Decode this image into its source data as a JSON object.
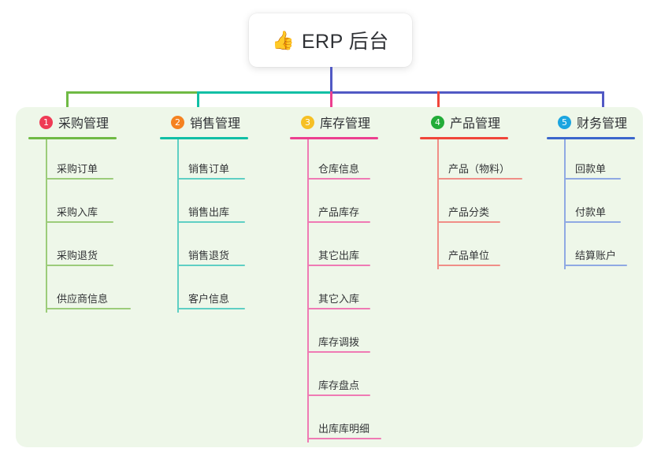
{
  "root": {
    "icon": "thumbs-up-icon",
    "emoji": "👍",
    "title": "ERP 后台"
  },
  "palette": {
    "panel_bg": "#eef7e9",
    "canvas_bg": "#ffffff",
    "trunk": "#5159c4",
    "text": "#2f3135"
  },
  "columns": [
    {
      "number": "1",
      "title": "采购管理",
      "badge_color": "#ef3b55",
      "line_color": "#6fba44",
      "item_line_color": "#9ccc7a",
      "rule_widths": [
        86,
        86,
        86,
        108
      ],
      "items": [
        "采购订单",
        "采购入库",
        "采购退货",
        "供应商信息"
      ]
    },
    {
      "number": "2",
      "title": "销售管理",
      "badge_color": "#f58220",
      "line_color": "#10bfa5",
      "item_line_color": "#5fcfc4",
      "rule_widths": [
        86,
        86,
        86,
        86
      ],
      "items": [
        "销售订单",
        "销售出库",
        "销售退货",
        "客户信息"
      ]
    },
    {
      "number": "3",
      "title": "库存管理",
      "badge_color": "#f6c024",
      "line_color": "#ec3f8f",
      "item_line_color": "#ef7ab4",
      "rule_widths": [
        80,
        80,
        80,
        80,
        80,
        80,
        94
      ],
      "items": [
        "仓库信息",
        "产品库存",
        "其它出库",
        "其它入库",
        "库存调拨",
        "库存盘点",
        "出库库明细"
      ]
    },
    {
      "number": "4",
      "title": "产品管理",
      "badge_color": "#22ac38",
      "line_color": "#f0453a",
      "item_line_color": "#f08e87",
      "rule_widths": [
        108,
        80,
        80
      ],
      "items": [
        "产品（物料）",
        "产品分类",
        "产品单位"
      ]
    },
    {
      "number": "5",
      "title": "财务管理",
      "badge_color": "#1ba5e0",
      "line_color": "#3b66cc",
      "item_line_color": "#8fa9e3",
      "rule_widths": [
        72,
        72,
        80
      ],
      "items": [
        "回款单",
        "付款单",
        "结算账户"
      ]
    }
  ],
  "connectors": {
    "trunk_color": "#5159c4",
    "bar_segments": [
      {
        "label": "green-segment",
        "color": "#6fba44"
      },
      {
        "label": "teal-segment",
        "color": "#10bfa5"
      },
      {
        "label": "blue-segment",
        "color": "#5159c4"
      }
    ],
    "drops": [
      {
        "label": "drop-1",
        "color": "#6fba44"
      },
      {
        "label": "drop-2",
        "color": "#10bfa5"
      },
      {
        "label": "drop-3",
        "color": "#ec3f8f"
      },
      {
        "label": "drop-4",
        "color": "#f0453a"
      },
      {
        "label": "drop-5",
        "color": "#5159c4"
      }
    ]
  }
}
